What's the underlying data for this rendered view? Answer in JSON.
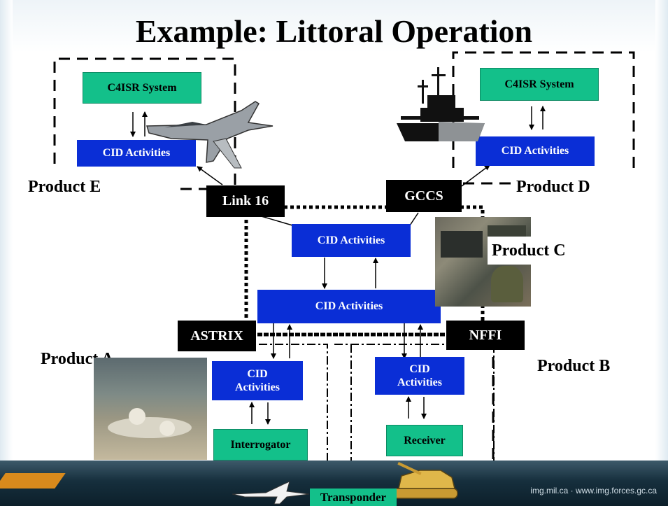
{
  "title": "Example: Littoral Operation",
  "products": {
    "a": "Product A",
    "b": "Product B",
    "c": "Product C",
    "d": "Product D",
    "e": "Product E"
  },
  "systems": {
    "c4isr_left": "C4ISR System",
    "c4isr_right": "C4ISR System",
    "interrogator": "Interrogator",
    "receiver": "Receiver",
    "transponder": "Transponder"
  },
  "cid": {
    "top_left": "CID Activities",
    "top_right": "CID Activities",
    "center_top": "CID Activities",
    "center_main": "CID Activities",
    "bottom_left_l1": "CID",
    "bottom_left_l2": "Activities",
    "bottom_right_l1": "CID",
    "bottom_right_l2": "Activities"
  },
  "links": {
    "link16": "Link 16",
    "gccs": "GCCS",
    "astrix": "ASTRIX",
    "nffi": "NFFI"
  },
  "footer": {
    "text": "img.mil.ca · www.img.forces.gc.ca"
  },
  "colors": {
    "green": "#13c08a",
    "blue": "#0a2ed6",
    "black": "#000000",
    "footer": "#162f3d",
    "accent": "#d98a1c"
  }
}
